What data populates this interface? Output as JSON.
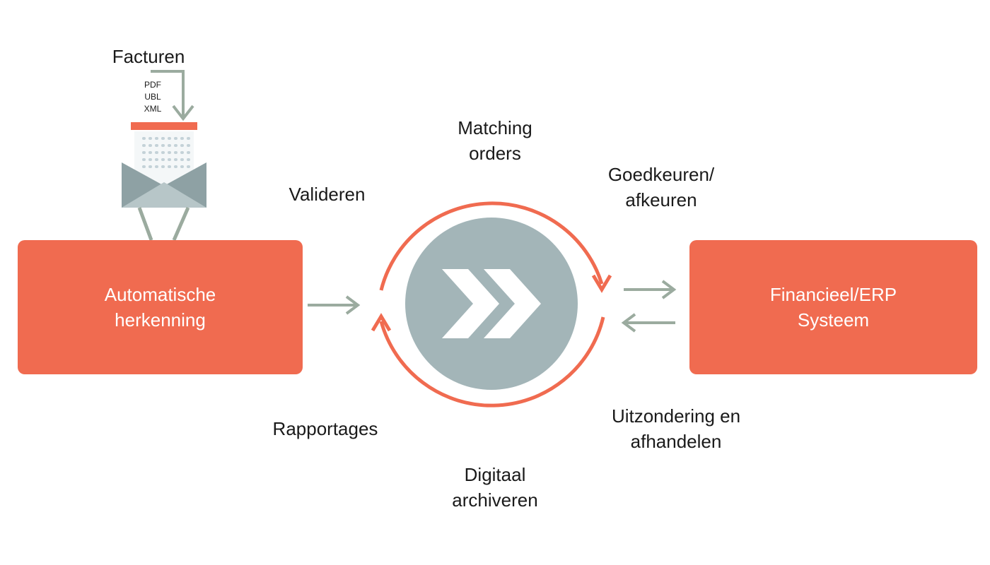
{
  "invoice_input": {
    "title": "Facturen",
    "formats": [
      "PDF",
      "UBL",
      "XML"
    ]
  },
  "left_box": {
    "line1": "Automatische",
    "line2": "herkenning"
  },
  "right_box": {
    "line1": "Financieel/ERP",
    "line2": "Systeem"
  },
  "cycle_steps": {
    "valideren": "Valideren",
    "matching": {
      "line1": "Matching",
      "line2": "orders"
    },
    "goedkeuren": {
      "line1": "Goedkeuren/",
      "line2": "afkeuren"
    },
    "uitzondering": {
      "line1": "Uitzondering en",
      "line2": "afhandelen"
    },
    "archiveren": {
      "line1": "Digitaal",
      "line2": "archiveren"
    },
    "rapportages": "Rapportages"
  },
  "colors": {
    "accent": "#f06b50",
    "gray_green": "#9bab9f",
    "circle": "#a3b5b8",
    "envelope_dark": "#8ea1a4",
    "envelope_light": "#b7c6c8",
    "doc_lines": "#c4d2d8"
  },
  "icons": [
    "invoice-envelope-icon",
    "double-chevron-icon",
    "cycle-arrows-icon"
  ]
}
